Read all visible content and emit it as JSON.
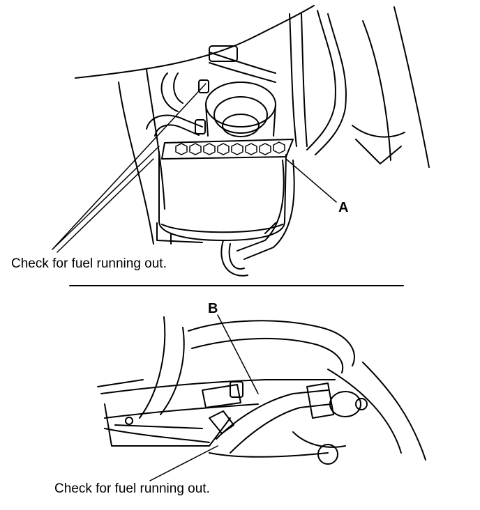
{
  "figure": {
    "top_panel": {
      "caption": "Check for fuel running out.",
      "callout": "A"
    },
    "bottom_panel": {
      "caption": "Check for fuel running out.",
      "callout": "B"
    },
    "colors": {
      "ink": "#000000",
      "paper": "#ffffff"
    }
  }
}
